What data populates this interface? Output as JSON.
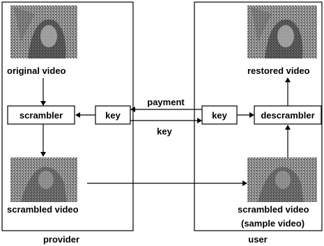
{
  "panels": {
    "provider": {
      "label": "provider"
    },
    "user": {
      "label": "user"
    }
  },
  "images": {
    "original": {
      "caption": "original video"
    },
    "scrambled_provider": {
      "caption": "scrambled video"
    },
    "restored": {
      "caption": "restored video"
    },
    "scrambled_user": {
      "caption_line1": "scrambled video",
      "caption_line2": "(sample video)"
    }
  },
  "blocks": {
    "scrambler": "scrambler",
    "key_provider": "key",
    "key_user": "key",
    "descrambler": "descrambler"
  },
  "arrows": {
    "payment": "payment",
    "key": "key"
  }
}
